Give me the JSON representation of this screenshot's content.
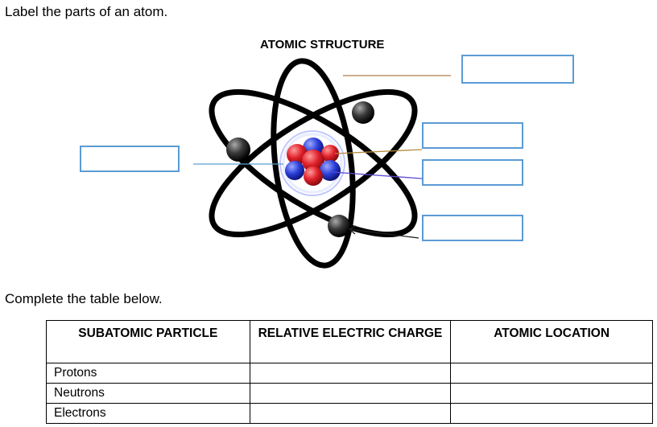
{
  "instructions": {
    "label_parts": "Label the parts of an atom.",
    "complete_table": "Complete the table below."
  },
  "diagram": {
    "title": "ATOMIC STRUCTURE",
    "label_boxes": [
      {
        "id": "label-box-top-right",
        "value": ""
      },
      {
        "id": "label-box-left",
        "value": ""
      },
      {
        "id": "label-box-right-1",
        "value": ""
      },
      {
        "id": "label-box-right-2",
        "value": ""
      },
      {
        "id": "label-box-right-3",
        "value": ""
      }
    ],
    "colors": {
      "box_border": "#5b9bd5",
      "proton": "#e0202a",
      "neutron": "#2a3fd8",
      "electron": "#333333",
      "orbit": "#000000"
    }
  },
  "table": {
    "headers": [
      "SUBATOMIC PARTICLE",
      "RELATIVE ELECTRIC CHARGE",
      "ATOMIC LOCATION"
    ],
    "rows": [
      [
        "Protons",
        "",
        ""
      ],
      [
        "Neutrons",
        "",
        ""
      ],
      [
        "Electrons",
        "",
        ""
      ]
    ]
  }
}
